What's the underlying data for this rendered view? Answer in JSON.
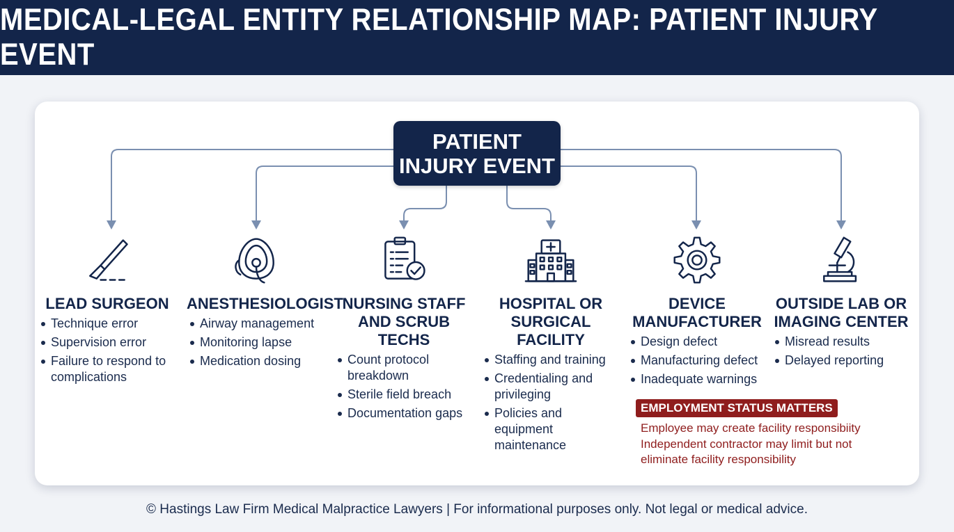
{
  "header": {
    "title": "MEDICAL-LEGAL ENTITY RELATIONSHIP MAP: PATIENT INJURY EVENT"
  },
  "center": {
    "line1": "PATIENT",
    "line2": "INJURY EVENT"
  },
  "colors": {
    "navy": "#13254a",
    "connector": "#7a8fb0",
    "alert": "#8f1d1d"
  },
  "entities": [
    {
      "icon": "scalpel-icon",
      "title_lines": [
        "LEAD SURGEON"
      ],
      "items": [
        "Technique error",
        "Supervision error",
        "Failure to respond to complications"
      ]
    },
    {
      "icon": "oxygen-mask-icon",
      "title_lines": [
        "ANESTHESIOLOGIST"
      ],
      "items": [
        "Airway management",
        "Monitoring lapse",
        "Medication dosing"
      ]
    },
    {
      "icon": "clipboard-checklist-icon",
      "title_lines": [
        "NURSING STAFF",
        "AND SCRUB TECHS"
      ],
      "items": [
        "Count protocol breakdown",
        "Sterile field breach",
        "Documentation gaps"
      ]
    },
    {
      "icon": "hospital-building-icon",
      "title_lines": [
        "HOSPITAL OR",
        "SURGICAL FACILITY"
      ],
      "items": [
        "Staffing and training",
        "Credentialing and privileging",
        "Policies and equipment maintenance"
      ]
    },
    {
      "icon": "gear-icon",
      "title_lines": [
        "DEVICE",
        "MANUFACTURER"
      ],
      "items": [
        "Design defect",
        "Manufacturing defect",
        "Inadequate warnings"
      ]
    },
    {
      "icon": "microscope-icon",
      "title_lines": [
        "OUTSIDE LAB OR",
        "IMAGING CENTER"
      ],
      "items": [
        "Misread results",
        "Delayed reporting"
      ]
    }
  ],
  "employment_note": {
    "title": "EMPLOYMENT STATUS MATTERS",
    "line1": "Employee may create facility responsibiity",
    "line2": "Independent contractor may limit but not",
    "line3": "eliminate facility responsibility"
  },
  "footer": {
    "text": "© Hastings Law Firm Medical Malpractice Lawyers | For informational purposes only. Not legal or medical advice."
  }
}
